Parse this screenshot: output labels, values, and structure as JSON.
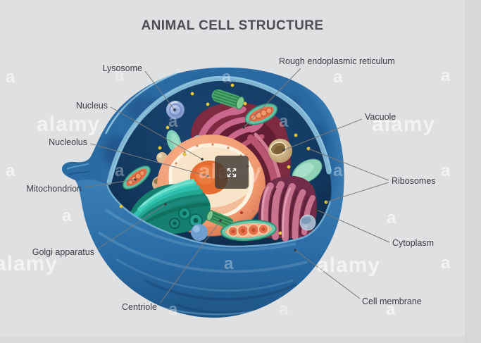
{
  "title": "ANIMAL CELL STRUCTURE",
  "labels": {
    "lysosome": "Lysosome",
    "nucleus": "Nucleus",
    "nucleolus": "Nucleolus",
    "mitochondrion": "Mitochondrion",
    "golgi": "Golgi apparatus",
    "centriole": "Centriole",
    "rough_er": "Rough endoplasmic reticulum",
    "vacuole": "Vacuole",
    "ribosomes": "Ribosomes",
    "cytoplasm": "Cytoplasm",
    "cell_membrane": "Cell membrane"
  },
  "watermark": {
    "word": "alamy",
    "letter": "a"
  },
  "viewer": {
    "expand_button_icon": "expand-arrows-icon"
  },
  "colors": {
    "background": "#dfe0e2",
    "side_strip": "#d6d7d9",
    "title_text": "#4e4e55",
    "label_text": "#3b3b42",
    "leader_line": "#7a7a7a",
    "membrane_blue": "#2e6da5",
    "interior_navy": "#0d2947",
    "nucleus_peach": "#f0996f",
    "nucleolus_orange": "#e66c30",
    "golgi_teal": "#2fbfae",
    "er_magenta": "#c9688c",
    "mitochondria_orange": "#e4714c",
    "vacuole_tan": "#d9c49a",
    "ribosome_yellow": "#e9c93e"
  }
}
